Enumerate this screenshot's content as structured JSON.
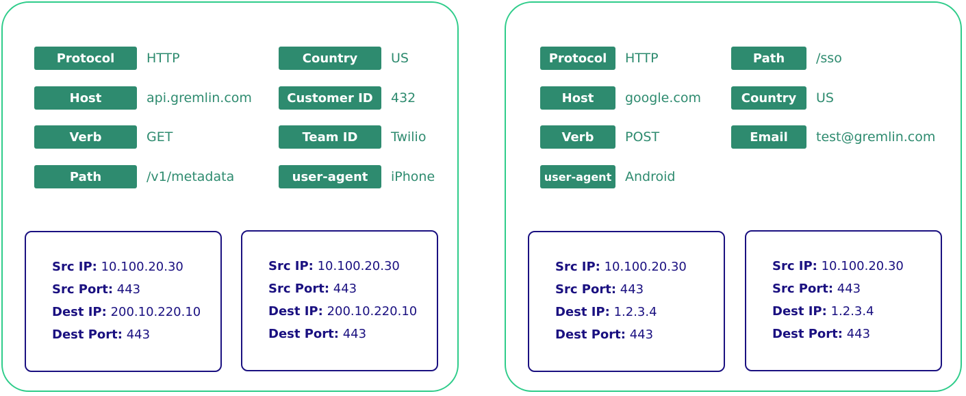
{
  "colors": {
    "panel_border": "#2ecc8a",
    "tag_bg": "#2e8b6f",
    "value_text": "#2e8b6f",
    "box_border": "#1a1080",
    "box_text": "#1a1080"
  },
  "panels": [
    {
      "columns": [
        [
          {
            "key": "Protocol",
            "value": "HTTP"
          },
          {
            "key": "Host",
            "value": "api.gremlin.com"
          },
          {
            "key": "Verb",
            "value": "GET"
          },
          {
            "key": "Path",
            "value": "/v1/metadata"
          }
        ],
        [
          {
            "key": "Country",
            "value": "US"
          },
          {
            "key": "Customer ID",
            "value": "432"
          },
          {
            "key": "Team ID",
            "value": "Twilio"
          },
          {
            "key": "user-agent",
            "value": "iPhone"
          }
        ]
      ],
      "boxes": [
        [
          {
            "key": "Src IP:",
            "value": "10.100.20.30"
          },
          {
            "key": "Src Port:",
            "value": "443"
          },
          {
            "key": "Dest IP:",
            "value": "200.10.220.10"
          },
          {
            "key": "Dest Port:",
            "value": "443"
          }
        ],
        [
          {
            "key": "Src IP:",
            "value": "10.100.20.30"
          },
          {
            "key": "Src Port:",
            "value": "443"
          },
          {
            "key": "Dest IP:",
            "value": "200.10.220.10"
          },
          {
            "key": "Dest Port:",
            "value": "443"
          }
        ]
      ]
    },
    {
      "columns": [
        [
          {
            "key": "Protocol",
            "value": "HTTP"
          },
          {
            "key": "Host",
            "value": "google.com"
          },
          {
            "key": "Verb",
            "value": "POST"
          },
          {
            "key": "user-agent",
            "value": "Android"
          }
        ],
        [
          {
            "key": "Path",
            "value": "/sso"
          },
          {
            "key": "Country",
            "value": "US"
          },
          {
            "key": "Email",
            "value": "test@gremlin.com"
          }
        ]
      ],
      "boxes": [
        [
          {
            "key": "Src IP:",
            "value": "10.100.20.30"
          },
          {
            "key": "Src Port:",
            "value": "443"
          },
          {
            "key": "Dest IP:",
            "value": "1.2.3.4"
          },
          {
            "key": "Dest Port:",
            "value": "443"
          }
        ],
        [
          {
            "key": "Src IP:",
            "value": "10.100.20.30"
          },
          {
            "key": "Src Port:",
            "value": "443"
          },
          {
            "key": "Dest IP:",
            "value": "1.2.3.4"
          },
          {
            "key": "Dest Port:",
            "value": "443"
          }
        ]
      ]
    }
  ]
}
